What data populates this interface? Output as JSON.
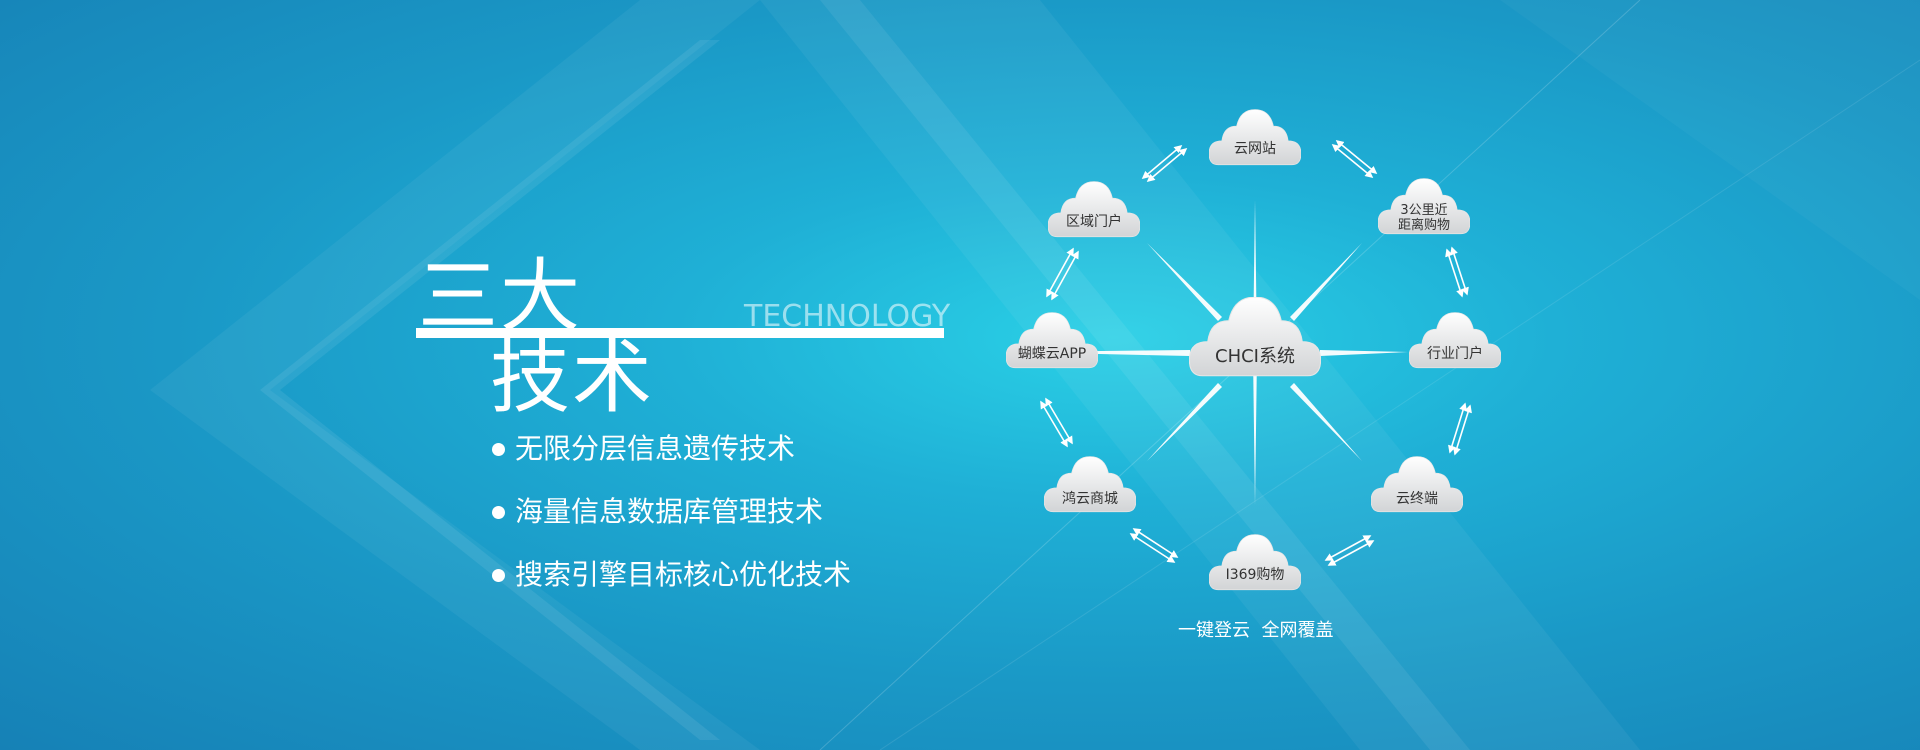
{
  "banner": {
    "title_line1": "三大",
    "title_line2": "技术",
    "subtitle_en": "TECHNOLOGY",
    "bullets": [
      "无限分层信息遗传技术",
      "海量信息数据库管理技术",
      "搜索引擎目标核心优化技术"
    ]
  },
  "diagram": {
    "center": "CHCI系统",
    "nodes": {
      "top": "云网站",
      "top_right_line1": "3公里近",
      "top_right_line2": "距离购物",
      "right": "行业门户",
      "bottom_right": "云终端",
      "bottom": "I369购物",
      "bottom_left": "鸿云商城",
      "left": "蝴蝶云APP",
      "top_left": "区域门户"
    },
    "caption": "一键登云  全网覆盖"
  },
  "colors": {
    "background": "#1a98c6",
    "glow": "#2ad0e6",
    "text": "#ffffff"
  }
}
